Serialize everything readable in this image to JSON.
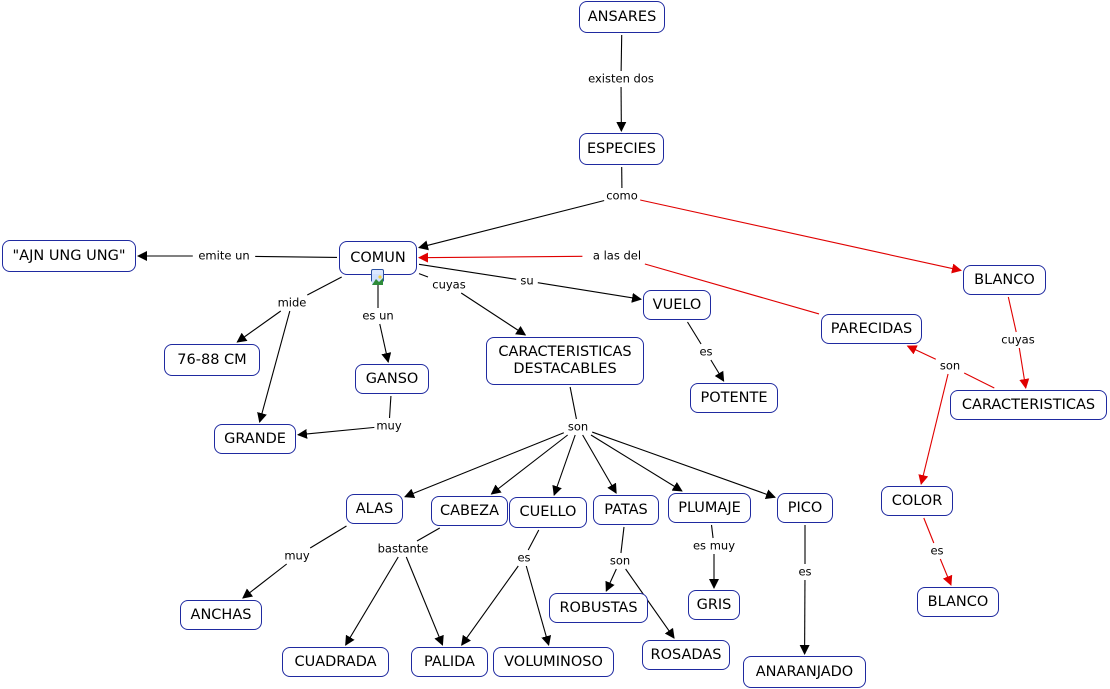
{
  "title": "ANSARES concept map",
  "colors": {
    "black_link": "#000000",
    "red_link": "#e00000",
    "node_border": "#1f2aa0"
  },
  "nodes": [
    {
      "id": "ansares",
      "text": "ANSARES"
    },
    {
      "id": "especies",
      "text": "ESPECIES"
    },
    {
      "id": "comun",
      "text": "COMUN"
    },
    {
      "id": "ajn",
      "text": "\"AJN UNG UNG\""
    },
    {
      "id": "cm",
      "text": "76-88 CM"
    },
    {
      "id": "grande",
      "text": "GRANDE"
    },
    {
      "id": "ganso",
      "text": "GANSO"
    },
    {
      "id": "caract_dest",
      "text": "CARACTERISTICAS\nDESTACABLES"
    },
    {
      "id": "vuelo",
      "text": "VUELO"
    },
    {
      "id": "potente",
      "text": "POTENTE"
    },
    {
      "id": "blanco1",
      "text": "BLANCO"
    },
    {
      "id": "parecidas",
      "text": "PARECIDAS"
    },
    {
      "id": "caracteristicas",
      "text": "CARACTERISTICAS"
    },
    {
      "id": "color",
      "text": "COLOR"
    },
    {
      "id": "blanco2",
      "text": "BLANCO"
    },
    {
      "id": "alas",
      "text": "ALAS"
    },
    {
      "id": "cabeza",
      "text": "CABEZA"
    },
    {
      "id": "cuello",
      "text": "CUELLO"
    },
    {
      "id": "patas",
      "text": "PATAS"
    },
    {
      "id": "plumaje",
      "text": "PLUMAJE"
    },
    {
      "id": "pico",
      "text": "PICO"
    },
    {
      "id": "anchas",
      "text": "ANCHAS"
    },
    {
      "id": "cuadrada",
      "text": "CUADRADA"
    },
    {
      "id": "palida",
      "text": "PALIDA"
    },
    {
      "id": "voluminoso",
      "text": "VOLUMINOSO"
    },
    {
      "id": "robustas",
      "text": "ROBUSTAS"
    },
    {
      "id": "rosadas",
      "text": "ROSADAS"
    },
    {
      "id": "gris",
      "text": "GRIS"
    },
    {
      "id": "anaranjado",
      "text": "ANARANJADO"
    }
  ],
  "links": [
    {
      "id": "existen",
      "label": "existen dos",
      "color": "black",
      "from": [
        "ansares"
      ],
      "to": [
        "especies"
      ]
    },
    {
      "id": "como",
      "label": "como",
      "color": "mixed",
      "from": [
        "especies"
      ],
      "to": [
        "comun",
        "blanco1"
      ]
    },
    {
      "id": "emite",
      "label": "emite un",
      "color": "black",
      "from": [
        "comun"
      ],
      "to": [
        "ajn"
      ]
    },
    {
      "id": "mide",
      "label": "mide",
      "color": "black",
      "from": [
        "comun"
      ],
      "to": [
        "cm",
        "grande"
      ]
    },
    {
      "id": "esun",
      "label": "es un",
      "color": "black",
      "from": [
        "comun"
      ],
      "to": [
        "ganso"
      ]
    },
    {
      "id": "cuyas1",
      "label": "cuyas",
      "color": "black",
      "from": [
        "comun"
      ],
      "to": [
        "caract_dest"
      ]
    },
    {
      "id": "su",
      "label": "su",
      "color": "black",
      "from": [
        "comun"
      ],
      "to": [
        "vuelo"
      ]
    },
    {
      "id": "alasdel",
      "label": "a las del",
      "color": "red",
      "from": [
        "parecidas"
      ],
      "to": [
        "comun"
      ]
    },
    {
      "id": "muy1",
      "label": "muy",
      "color": "black",
      "from": [
        "ganso"
      ],
      "to": [
        "grande"
      ]
    },
    {
      "id": "es_vuelo",
      "label": "es",
      "color": "black",
      "from": [
        "vuelo"
      ],
      "to": [
        "potente"
      ]
    },
    {
      "id": "cuyas2",
      "label": "cuyas",
      "color": "red",
      "from": [
        "blanco1"
      ],
      "to": [
        "caracteristicas"
      ]
    },
    {
      "id": "son_red",
      "label": "son",
      "color": "red",
      "from": [
        "caracteristicas"
      ],
      "to": [
        "parecidas",
        "color"
      ]
    },
    {
      "id": "es_color",
      "label": "es",
      "color": "red",
      "from": [
        "color"
      ],
      "to": [
        "blanco2"
      ]
    },
    {
      "id": "son_dest",
      "label": "son",
      "color": "black",
      "from": [
        "caract_dest"
      ],
      "to": [
        "alas",
        "cabeza",
        "cuello",
        "patas",
        "plumaje",
        "pico"
      ]
    },
    {
      "id": "muy2",
      "label": "muy",
      "color": "black",
      "from": [
        "alas"
      ],
      "to": [
        "anchas"
      ]
    },
    {
      "id": "bastante",
      "label": "bastante",
      "color": "black",
      "from": [
        "cabeza"
      ],
      "to": [
        "cuadrada",
        "palida"
      ]
    },
    {
      "id": "es_cuello",
      "label": "es",
      "color": "black",
      "from": [
        "cuello"
      ],
      "to": [
        "palida",
        "voluminoso"
      ]
    },
    {
      "id": "son_patas",
      "label": "son",
      "color": "black",
      "from": [
        "patas"
      ],
      "to": [
        "robustas",
        "rosadas"
      ]
    },
    {
      "id": "esmuy",
      "label": "es muy",
      "color": "black",
      "from": [
        "plumaje"
      ],
      "to": [
        "gris"
      ]
    },
    {
      "id": "es_pico",
      "label": "es",
      "color": "black",
      "from": [
        "pico"
      ],
      "to": [
        "anaranjado"
      ]
    }
  ],
  "attachments": [
    {
      "node": "comun",
      "icon": "image-attachment-icon"
    }
  ]
}
